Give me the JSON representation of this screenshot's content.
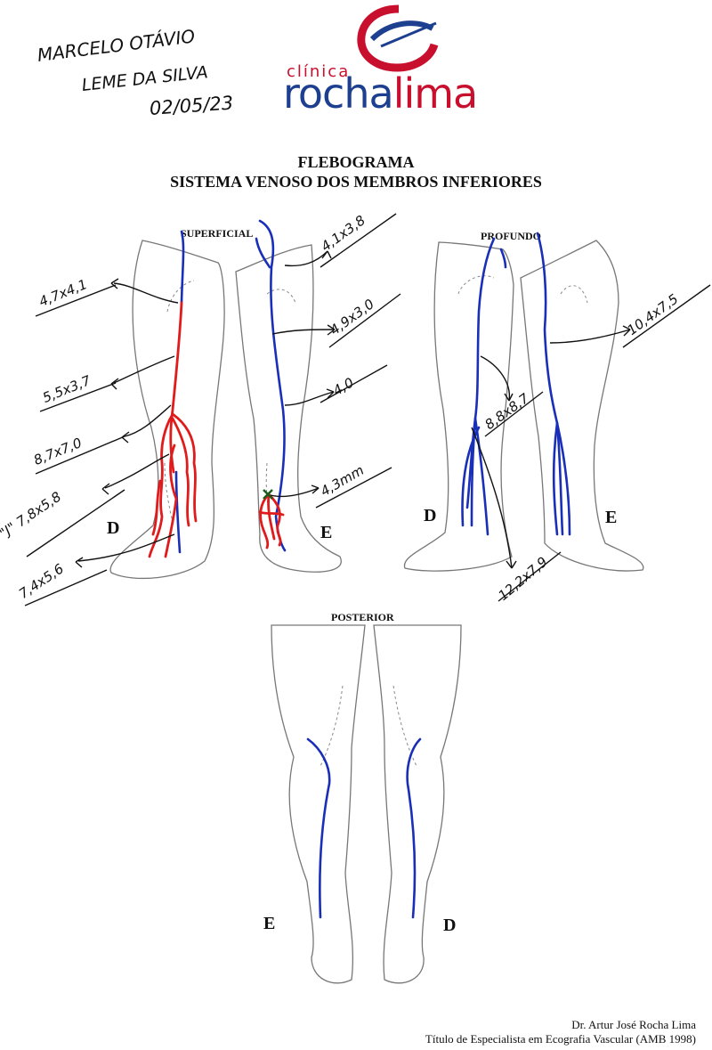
{
  "patient": {
    "name_line1": "MARCELO OTÁVIO",
    "name_line2": "LEME DA SILVA",
    "date": "02/05/23"
  },
  "logo": {
    "small": "clínica",
    "brand_a": "rocha",
    "brand_b": "lima"
  },
  "header": {
    "title": "FLEBOGRAMA",
    "subtitle": "SISTEMA VENOSO DOS MEMBROS INFERIORES"
  },
  "sections": {
    "superficial": "SUPERFICIAL",
    "profundo": "PROFUNDO",
    "posterior": "POSTERIOR"
  },
  "sides": {
    "d1": "D",
    "e1": "E",
    "d2": "D",
    "e2": "E",
    "e3": "E",
    "d3": "D"
  },
  "measurements": {
    "m1": "4,7x4,1",
    "m2": "5,5x3,7",
    "m3": "8,7x7,0",
    "m4": "\"J\" 7,8x5,8",
    "m5": "7,4x5,6",
    "m6": "4,1x3,8",
    "m7": "4,9x3,0",
    "m8": "4,0",
    "m9": "4,3mm",
    "m10": "8,8x8,7",
    "m11": "10,4x7,5",
    "m12": "12,2x7,9"
  },
  "footer": {
    "doctor": "Dr. Artur José Rocha Lima",
    "credential": "Título de Especialista em Ecografia Vascular (AMB 1998)"
  },
  "colors": {
    "vein_blue": "#1a2fb8",
    "varicose_red": "#e01b1b",
    "brand_red": "#c8102e",
    "brand_blue": "#1d3f8f",
    "outline": "#777777"
  }
}
